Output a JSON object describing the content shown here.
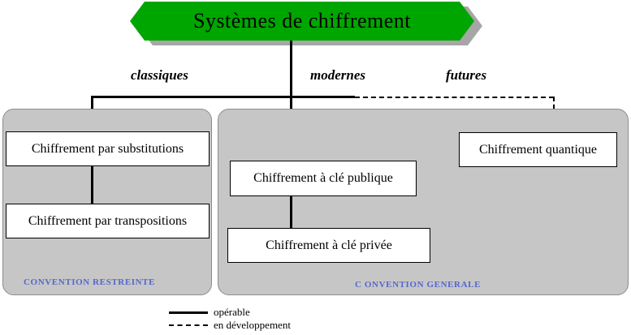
{
  "diagram": {
    "title": "Systèmes de chiffrement",
    "title_fill": "#00a600",
    "title_shadow": "#a6a6a6",
    "branches": [
      {
        "label": "classiques",
        "style": "solid"
      },
      {
        "label": "modernes",
        "style": "solid"
      },
      {
        "label": "futures",
        "style": "dashed"
      }
    ],
    "panels": [
      {
        "caption": "CONVENTION RESTREINTE",
        "caption_color": "#5566cc",
        "fill": "#c6c6c6",
        "nodes": [
          {
            "label": "Chiffrement par substitutions"
          },
          {
            "label": "Chiffrement par transpositions"
          }
        ]
      },
      {
        "caption": "C ONVENTION GENERALE",
        "caption_color": "#5566cc",
        "fill": "#c6c6c6",
        "nodes": [
          {
            "label": "Chiffrement à clé publique"
          },
          {
            "label": "Chiffrement à clé privée"
          },
          {
            "label": "Chiffrement quantique"
          }
        ]
      }
    ],
    "legend": [
      {
        "style": "solid",
        "label": "opérable"
      },
      {
        "style": "dashed",
        "label": "en développement"
      }
    ]
  }
}
